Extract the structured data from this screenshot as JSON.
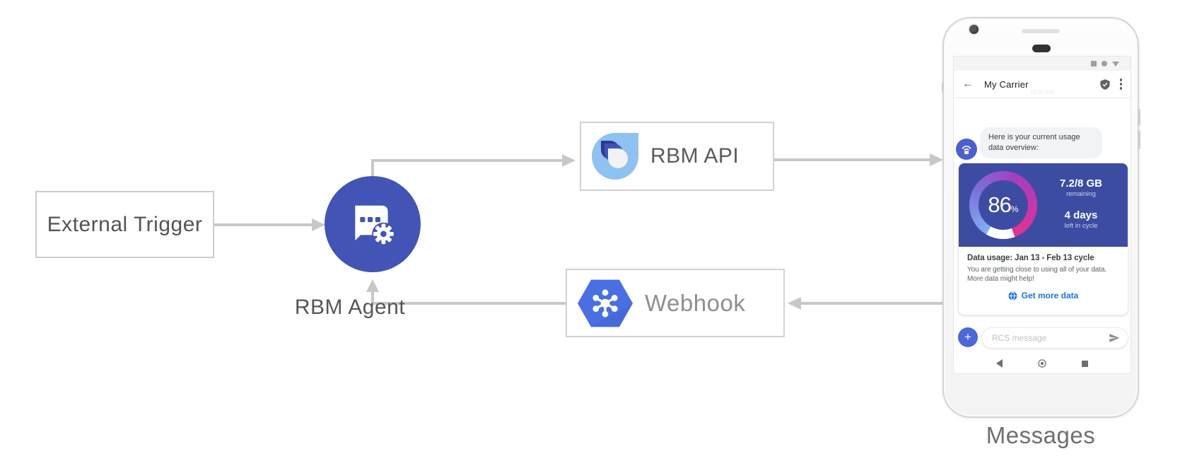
{
  "diagram": {
    "external_trigger_label": "External Trigger",
    "rbm_agent_label": "RBM Agent",
    "rbm_api_label": "RBM API",
    "webhook_label": "Webhook",
    "messages_label": "Messages",
    "colors": {
      "agent_circle": "#4254b5",
      "arrow": "#c8c8c8",
      "webhook_hex": "#4a6fe3",
      "rbm_logo_light": "#8ec2f0"
    }
  },
  "phone": {
    "header": {
      "title": "My Carrier",
      "timestamp": "12:30 PM"
    },
    "message": {
      "line1": "Here is your current usage",
      "line2": "data overview:"
    },
    "usage_card": {
      "percent": "86",
      "percent_value": 86,
      "percent_symbol": "%",
      "amount": "7.2/8 GB",
      "amount_caption": "remaining",
      "days": "4 days",
      "days_caption": "left in cycle",
      "title": "Data usage: Jan 13 - Feb 13 cycle",
      "body_line1": "You are getting close to using all of your data.",
      "body_line2": "More data might help!",
      "cta": "Get more data",
      "card_bg": "#3d4ca3",
      "gauge_colors": [
        "#82aef2",
        "#7b6fd8",
        "#a43fc2",
        "#e6308f"
      ],
      "link_color": "#1a73e8"
    },
    "compose": {
      "plus_label": "+",
      "placeholder": "RCS message"
    }
  }
}
